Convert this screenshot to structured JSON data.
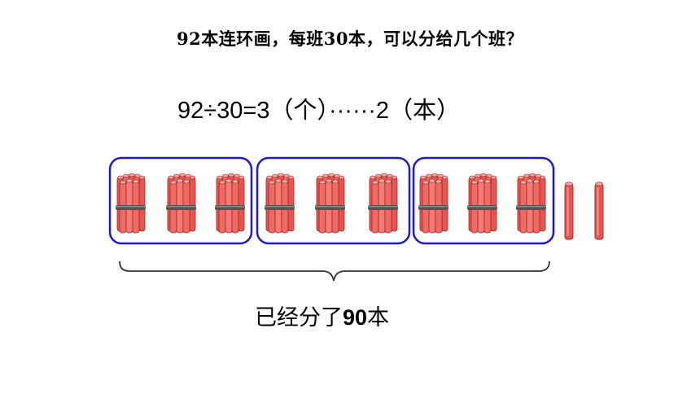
{
  "question": "92本连环画，每班30本，可以分给几个班？",
  "equation": "92÷30=3（个）······2（本）",
  "groups": {
    "count": 3,
    "bundles_per_group": 3,
    "loose_sticks": 2,
    "box_color": "#1a1ad8",
    "stick_color": "#e8544f",
    "band_color": "#555555"
  },
  "caption": {
    "prefix": "已经分了",
    "number": "90",
    "suffix": "本"
  }
}
